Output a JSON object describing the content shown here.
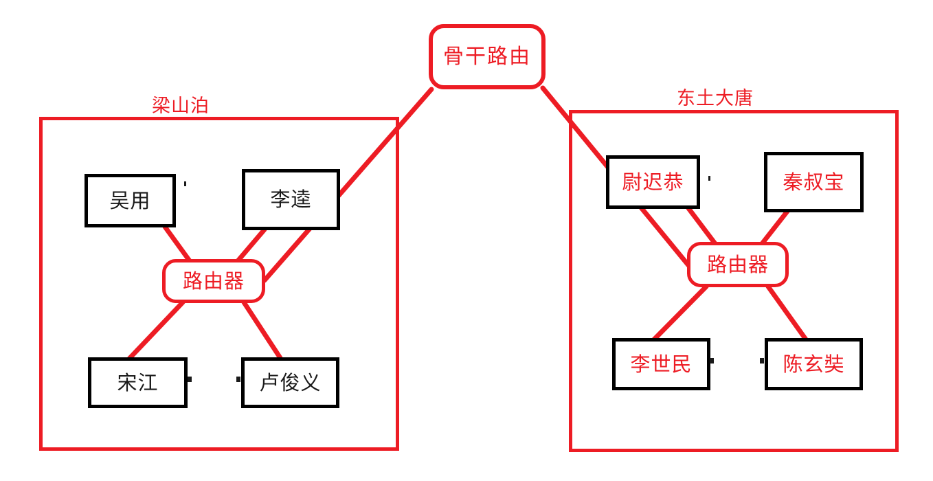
{
  "diagram": {
    "type": "network-topology",
    "background_color": "#FFFFFF",
    "accent_color": "#ED1C24",
    "host_border_color": "#000000"
  },
  "backbone": {
    "label": "骨干路由"
  },
  "zones": [
    {
      "id": "liangshanbo",
      "label": "梁山泊",
      "router": {
        "label": "路由器"
      },
      "hosts": [
        {
          "id": "wuyong",
          "label": "吴用",
          "ink": "black"
        },
        {
          "id": "likui",
          "label": "李逵",
          "ink": "black"
        },
        {
          "id": "songjiang",
          "label": "宋江",
          "ink": "black"
        },
        {
          "id": "lujunyi",
          "label": "卢俊义",
          "ink": "black"
        }
      ]
    },
    {
      "id": "dongtudatang",
      "label": "东土大唐",
      "router": {
        "label": "路由器"
      },
      "hosts": [
        {
          "id": "yuchigong",
          "label": "尉迟恭",
          "ink": "red"
        },
        {
          "id": "qinshubao",
          "label": "秦叔宝",
          "ink": "red"
        },
        {
          "id": "lishimin",
          "label": "李世民",
          "ink": "red"
        },
        {
          "id": "chenxuanzang",
          "label": "陈玄奘",
          "ink": "red"
        }
      ]
    }
  ],
  "links": [
    {
      "from": "backbone",
      "to": "liangshanbo-router"
    },
    {
      "from": "backbone",
      "to": "dongtudatang-router"
    },
    {
      "from": "liangshanbo-router",
      "to": "wuyong"
    },
    {
      "from": "liangshanbo-router",
      "to": "likui"
    },
    {
      "from": "liangshanbo-router",
      "to": "songjiang"
    },
    {
      "from": "liangshanbo-router",
      "to": "lujunyi"
    },
    {
      "from": "dongtudatang-router",
      "to": "yuchigong"
    },
    {
      "from": "dongtudatang-router",
      "to": "qinshubao"
    },
    {
      "from": "dongtudatang-router",
      "to": "lishimin"
    },
    {
      "from": "dongtudatang-router",
      "to": "chenxuanzang"
    }
  ]
}
